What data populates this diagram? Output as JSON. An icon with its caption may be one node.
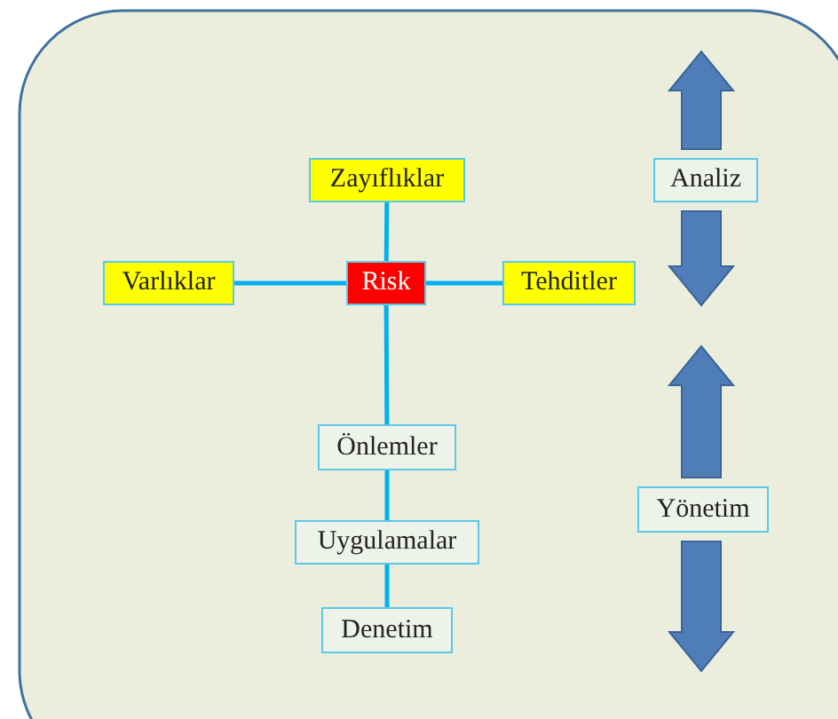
{
  "diagram": {
    "nodes": [
      {
        "text": [
          "Zayıflıklar"
        ]
      },
      {
        "text": [
          "Analiz"
        ]
      },
      {
        "text": [
          "Varlıklar"
        ]
      },
      {
        "text": [
          "Risk"
        ]
      },
      {
        "text": [
          "Tehditler"
        ]
      },
      {
        "text": [
          "Önlemler"
        ]
      },
      {
        "text": [
          "Yönetim"
        ]
      },
      {
        "text": [
          "Uygulamalar"
        ]
      },
      {
        "text": [
          "Denetim"
        ]
      }
    ],
    "edges": [
      {
        "from": 3,
        "to": 0,
        "arrow": "none"
      },
      {
        "from": 2,
        "to": 3,
        "arrow": "none"
      },
      {
        "from": 3,
        "to": 4,
        "arrow": "none"
      },
      {
        "from": 3,
        "to": 5,
        "arrow": "none"
      },
      {
        "from": 5,
        "to": 7,
        "arrow": "none"
      },
      {
        "from": 7,
        "to": 8,
        "arrow": "none"
      },
      {
        "from": 1,
        "to": null,
        "arrow": "to",
        "style": "thick",
        "color": "#4f7db8"
      },
      {
        "from": 1,
        "to": null,
        "arrow": "to",
        "style": "thick",
        "color": "#4f7db8"
      },
      {
        "from": 6,
        "to": null,
        "arrow": "to",
        "style": "thick",
        "color": "#4f7db8"
      },
      {
        "from": 6,
        "to": null,
        "arrow": "to",
        "style": "thick",
        "color": "#4f7db8"
      }
    ]
  }
}
